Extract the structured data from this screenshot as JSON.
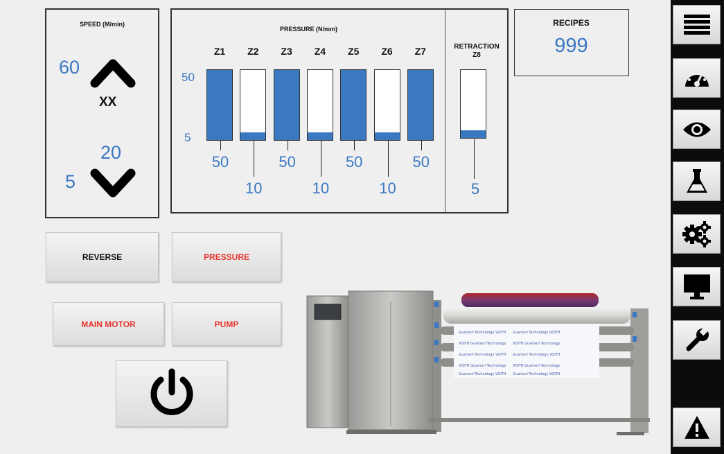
{
  "speed": {
    "title": "SPEED (M/min)",
    "max_value": "60",
    "current_value": "XX",
    "upper_set": "20",
    "min_value": "5"
  },
  "pressure": {
    "title": "PRESSURE (N/mm)",
    "scale_max": "50",
    "scale_min": "5",
    "zones": [
      {
        "label": "Z1",
        "value": "50",
        "level": 1.0
      },
      {
        "label": "Z2",
        "value": "10",
        "level": 0.11
      },
      {
        "label": "Z3",
        "value": "50",
        "level": 1.0
      },
      {
        "label": "Z4",
        "value": "10",
        "level": 0.11
      },
      {
        "label": "Z5",
        "value": "50",
        "level": 1.0
      },
      {
        "label": "Z6",
        "value": "10",
        "level": 0.11
      },
      {
        "label": "Z7",
        "value": "50",
        "level": 1.0
      }
    ],
    "retraction": {
      "title_line1": "RETRACTION",
      "title_line2": "Z8",
      "value": "5",
      "level": 0.11
    }
  },
  "recipes": {
    "title": "RECIPES",
    "value": "999"
  },
  "buttons": {
    "reverse": "REVERSE",
    "pressure": "PRESSURE",
    "main_motor": "MAIN MOTOR",
    "pump": "PUMP"
  },
  "sidebar_icons": [
    "menu-icon",
    "speedometer-icon",
    "eye-icon",
    "flask-icon",
    "gears-icon",
    "monitor-icon",
    "wrench-icon",
    "warning-icon"
  ],
  "colors": {
    "accent_blue": "#3a78c2",
    "alert_red": "#e8362e",
    "sidebar": "#0c0c0c"
  }
}
